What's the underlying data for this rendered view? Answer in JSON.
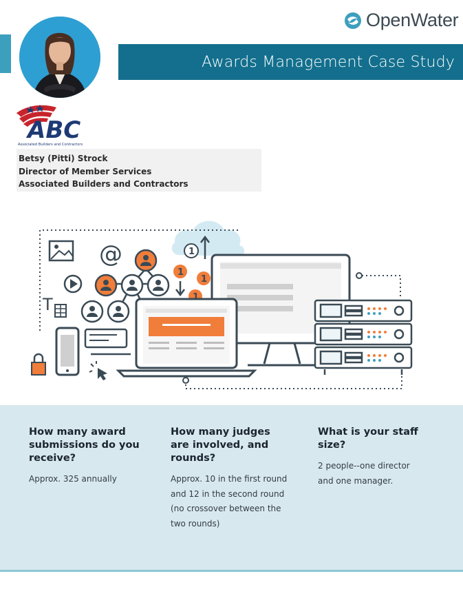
{
  "header": {
    "brand_name": "OpenWater",
    "title": "Awards Management Case Study"
  },
  "logo": {
    "text": "ABC",
    "subtext": "Associated Builders and Contractors"
  },
  "profile": {
    "name": "Betsy (Pitti) Strock",
    "role": "Director of Member Services",
    "organization": "Associated Builders and Contractors"
  },
  "illustration": {
    "badge_numbers": [
      "1",
      "1",
      "1",
      "1"
    ]
  },
  "faq": [
    {
      "question": "How many award submissions do you receive?",
      "answer": "Approx. 325 annually"
    },
    {
      "question": "How many judges are involved, and rounds?",
      "answer": "Approx. 10 in the first round and 12 in the second round (no crossover between the two rounds)"
    },
    {
      "question": "What is your staff size?",
      "answer": "2 people--one director and one manager."
    }
  ],
  "colors": {
    "title_bar": "#136f8d",
    "accent_orange": "#f07d3a",
    "panel_bg": "#d7e8ee",
    "brand_teal": "#3d9fbe"
  }
}
